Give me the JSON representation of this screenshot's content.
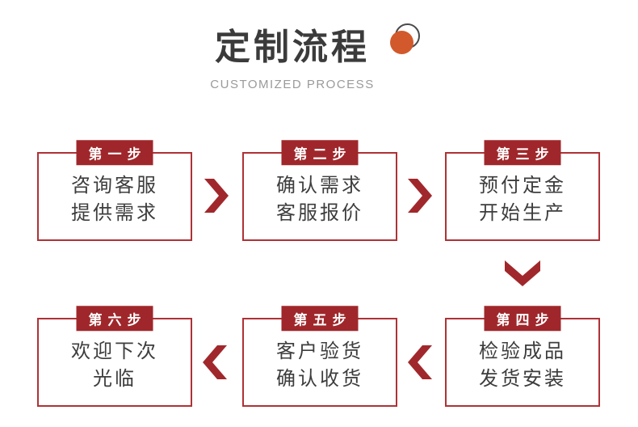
{
  "header": {
    "title": "定制流程",
    "subtitle": "CUSTOMIZED PROCESS"
  },
  "steps": [
    {
      "badge": "第一步",
      "line1": "咨询客服",
      "line2": "提供需求"
    },
    {
      "badge": "第二步",
      "line1": "确认需求",
      "line2": "客服报价"
    },
    {
      "badge": "第三步",
      "line1": "预付定金",
      "line2": "开始生产"
    },
    {
      "badge": "第四步",
      "line1": "检验成品",
      "line2": "发货安装"
    },
    {
      "badge": "第五步",
      "line1": "客户验货",
      "line2": "确认收货"
    },
    {
      "badge": "第六步",
      "line1": "欢迎下次",
      "line2": "光临"
    }
  ],
  "icons": {
    "title_decor": "ring-and-orange-dot",
    "flow_arrows": [
      "chevron-right",
      "chevron-right",
      "chevron-down",
      "chevron-left",
      "chevron-left"
    ]
  },
  "colors": {
    "accent_red": "#a0282c",
    "badge_red": "#9f272b",
    "border_red": "#ae3236",
    "orange": "#d2592b",
    "title_text": "#3b3b3b",
    "body_text": "#3d3d3d",
    "subtitle_text": "#9a9a9a",
    "ring_stroke": "#4a4a4a"
  }
}
